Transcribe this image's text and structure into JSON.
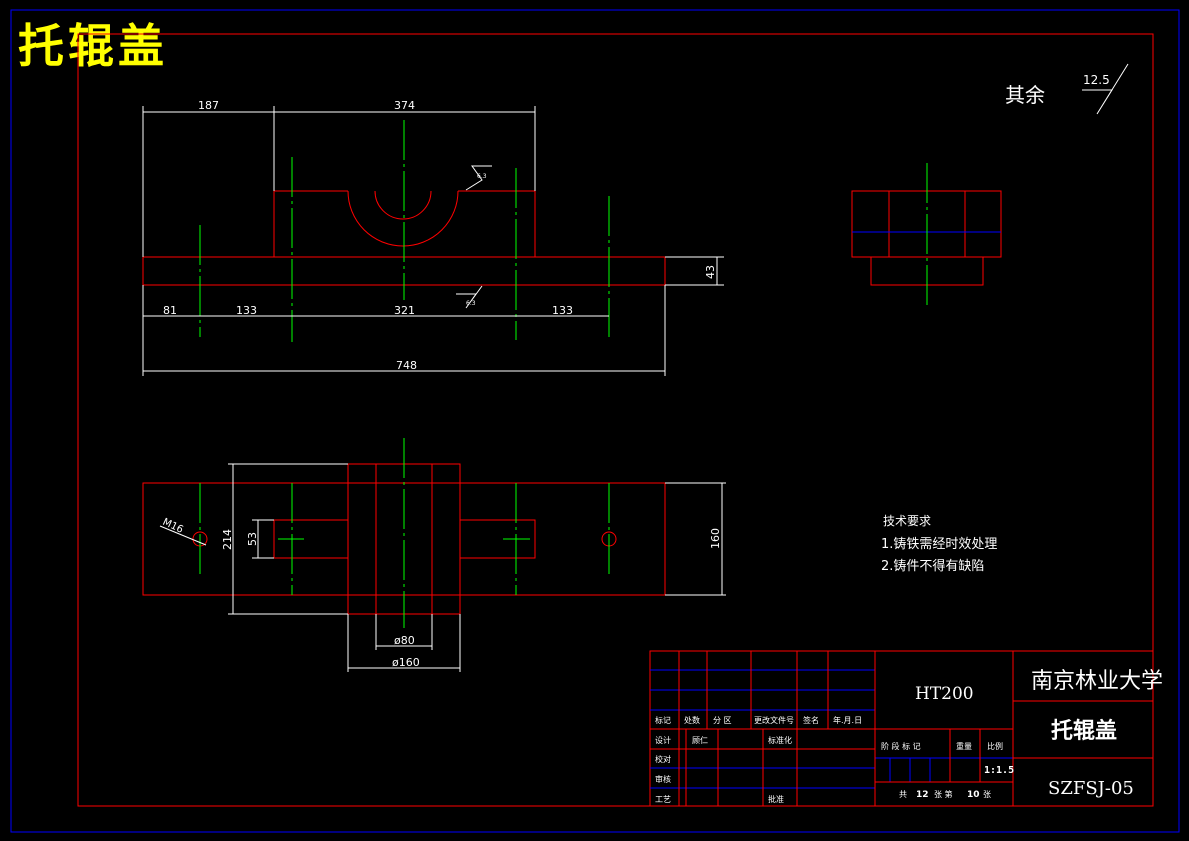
{
  "header": {
    "title": "托辊盖"
  },
  "colors": {
    "background": "#000000",
    "outline": "#ff0000",
    "dimension": "#ffffff",
    "centerline": "#00ff00",
    "frame": "#0000ff",
    "title": "#ffff00"
  },
  "roughness": {
    "label": "其余",
    "value": "12.5",
    "local": "6.3",
    "local2": "6.3"
  },
  "dimensions": {
    "d187": "187",
    "d374": "374",
    "d43": "43",
    "d81": "81",
    "d133a": "133",
    "d321": "321",
    "d133b": "133",
    "d748": "748",
    "m16": "M16",
    "d214": "214",
    "d53": "53",
    "d160": "160",
    "phi80": "ø80",
    "phi160": "ø160"
  },
  "notes": {
    "title": "技术要求",
    "line1": "1.铸铁需经时效处理",
    "line2": "2.铸件不得有缺陷"
  },
  "title_block": {
    "material": "HT200",
    "school": "南京林业大学",
    "part_name": "托辊盖",
    "drawing_no": "SZFSJ-05",
    "scale": "1:1.5",
    "row_labels": [
      "标记",
      "处数",
      "分 区",
      "更改文件号",
      "签名",
      "年.月.日"
    ],
    "design": "设计",
    "designer": "顾仁",
    "standard": "标准化",
    "check": "校对",
    "review": "审核",
    "process": "工艺",
    "approve": "批准",
    "stage": "阶 段 标 记",
    "weight": "重量",
    "scale_label": "比例",
    "total_prefix": "共",
    "total": "12",
    "sheet_mid": "张 第",
    "sheet": "10",
    "sheet_suffix": "张"
  }
}
